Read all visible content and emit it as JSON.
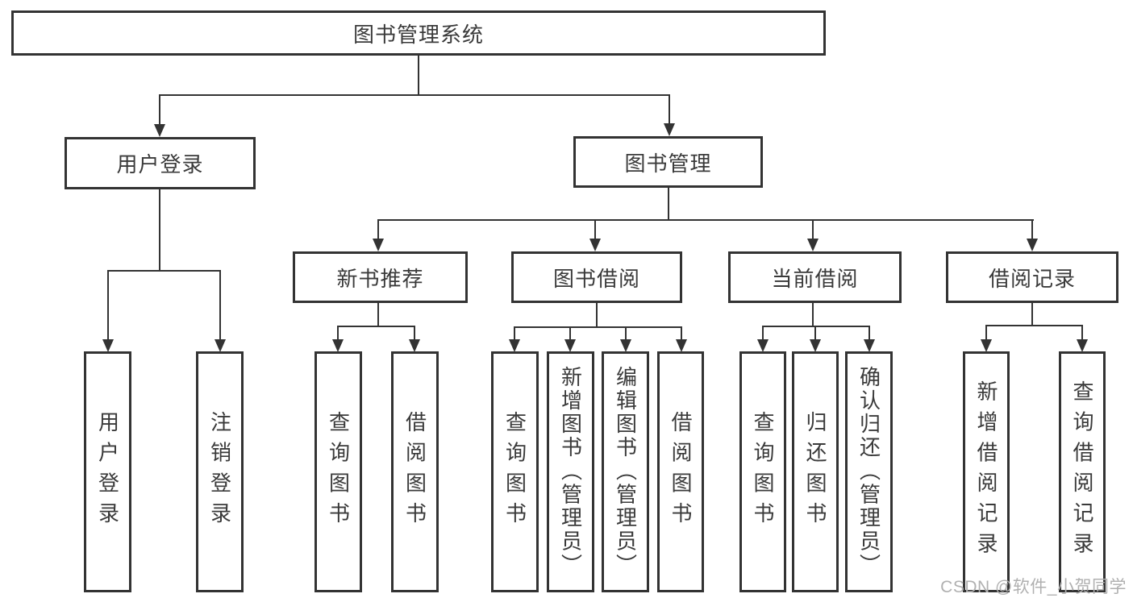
{
  "diagram": {
    "root": {
      "label": "图书管理系统"
    },
    "user_login": {
      "label": "用户登录",
      "children": [
        {
          "label": "用户登录"
        },
        {
          "label": "注销登录"
        }
      ]
    },
    "book_mgmt": {
      "label": "图书管理",
      "children": [
        {
          "label": "新书推荐",
          "children": [
            {
              "label": "查询图书"
            },
            {
              "label": "借阅图书"
            }
          ]
        },
        {
          "label": "图书借阅",
          "children": [
            {
              "label": "查询图书"
            },
            {
              "label": "新增图书（管理员）"
            },
            {
              "label": "编辑图书（管理员）"
            },
            {
              "label": "借阅图书"
            }
          ]
        },
        {
          "label": "当前借阅",
          "children": [
            {
              "label": "查询图书"
            },
            {
              "label": "归还图书"
            },
            {
              "label": "确认归还（管理员）"
            }
          ]
        },
        {
          "label": "借阅记录",
          "children": [
            {
              "label": "新增借阅记录"
            },
            {
              "label": "查询借阅记录"
            }
          ]
        }
      ]
    },
    "colors": {
      "line": "#333333",
      "text": "#3a3a3a",
      "background": "#ffffff",
      "watermark": "#b0b0b0"
    }
  },
  "watermark": {
    "text": "CSDN @软件_小贺同学"
  }
}
